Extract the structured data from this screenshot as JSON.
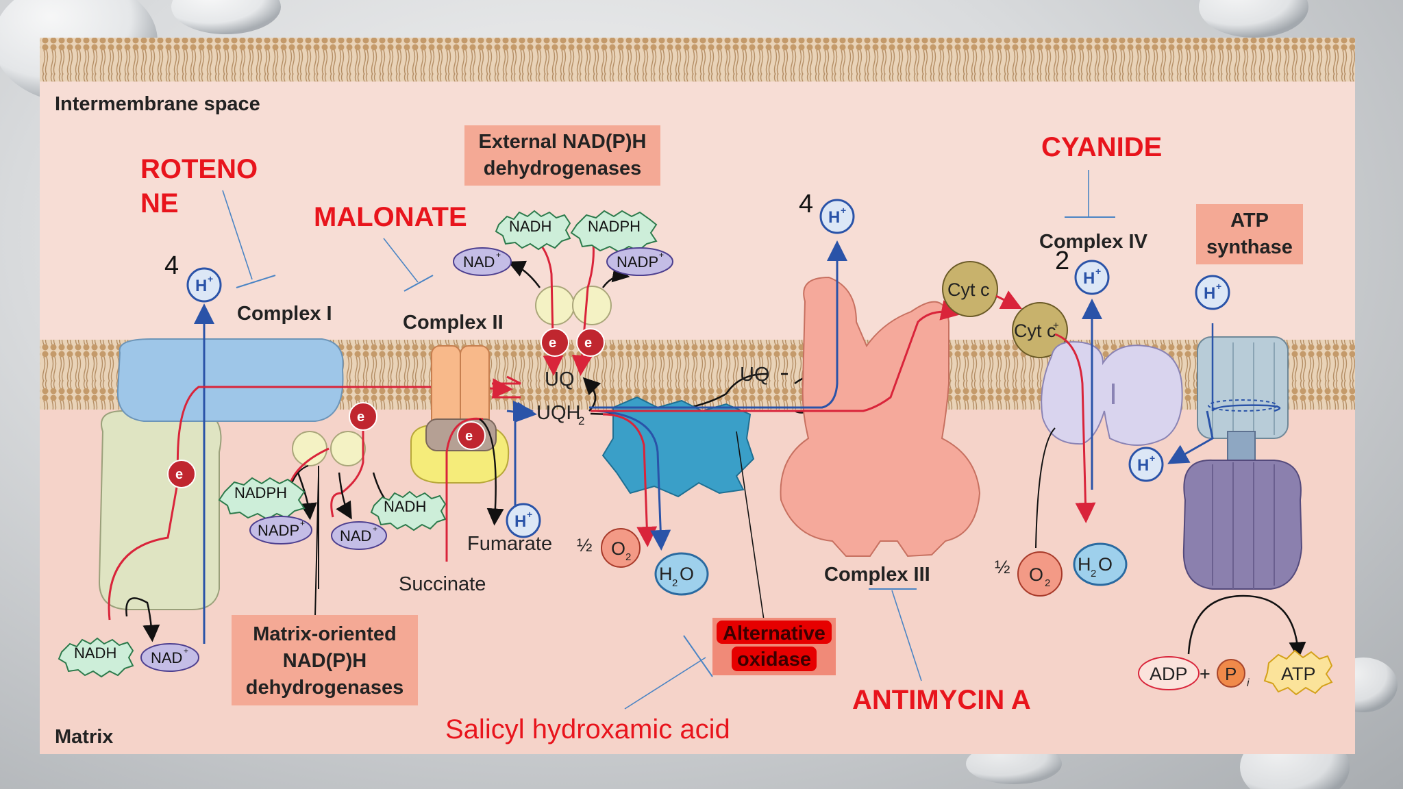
{
  "regions": {
    "intermembrane": "Intermembrane space",
    "matrix": "Matrix"
  },
  "inhibitors": {
    "rotenone_line1": "ROTENO",
    "rotenone_line2": "NE",
    "malonate": "MALONATE",
    "cyanide": "CYANIDE",
    "antimycin": "ANTIMYCIN A",
    "salicyl": "Salicyl hydroxamic acid"
  },
  "complexes": {
    "c1": "Complex I",
    "c2": "Complex II",
    "c3": "Complex III",
    "c4": "Complex IV",
    "atp_line1": "ATP",
    "atp_line2": "synthase",
    "ext_line1": "External NAD(P)H",
    "ext_line2": "dehydrogenases",
    "mat_line1": "Matrix-oriented",
    "mat_line2": "NAD(P)H",
    "mat_line3": "dehydrogenases",
    "aox_line1": "Alternative",
    "aox_line2": "oxidase"
  },
  "numbers": {
    "n4a": "4",
    "n4b": "4",
    "n2": "2"
  },
  "molecules": {
    "hplus": "H",
    "plus_sup": "+",
    "nadh": "NADH",
    "nadph": "NADPH",
    "nad": "NAD",
    "nadp": "NADP",
    "electron": "e",
    "uq": "UQ",
    "uqh2": "UQH",
    "cytc": "Cyt c",
    "cytc2": "Cyt c",
    "fumarate": "Fumarate",
    "succinate": "Succinate",
    "half": "½",
    "o": "O",
    "two": "2",
    "h": "H",
    "adp": "ADP",
    "plus": "+",
    "p": "P",
    "pi_sub": "i",
    "atp": "ATP"
  },
  "colors": {
    "inhibitor_red": "#e8141c",
    "electron_path": "#d9243a",
    "proton_path": "#2a53a8",
    "membrane": "#c8a77e",
    "background": "#f7ddd5"
  }
}
